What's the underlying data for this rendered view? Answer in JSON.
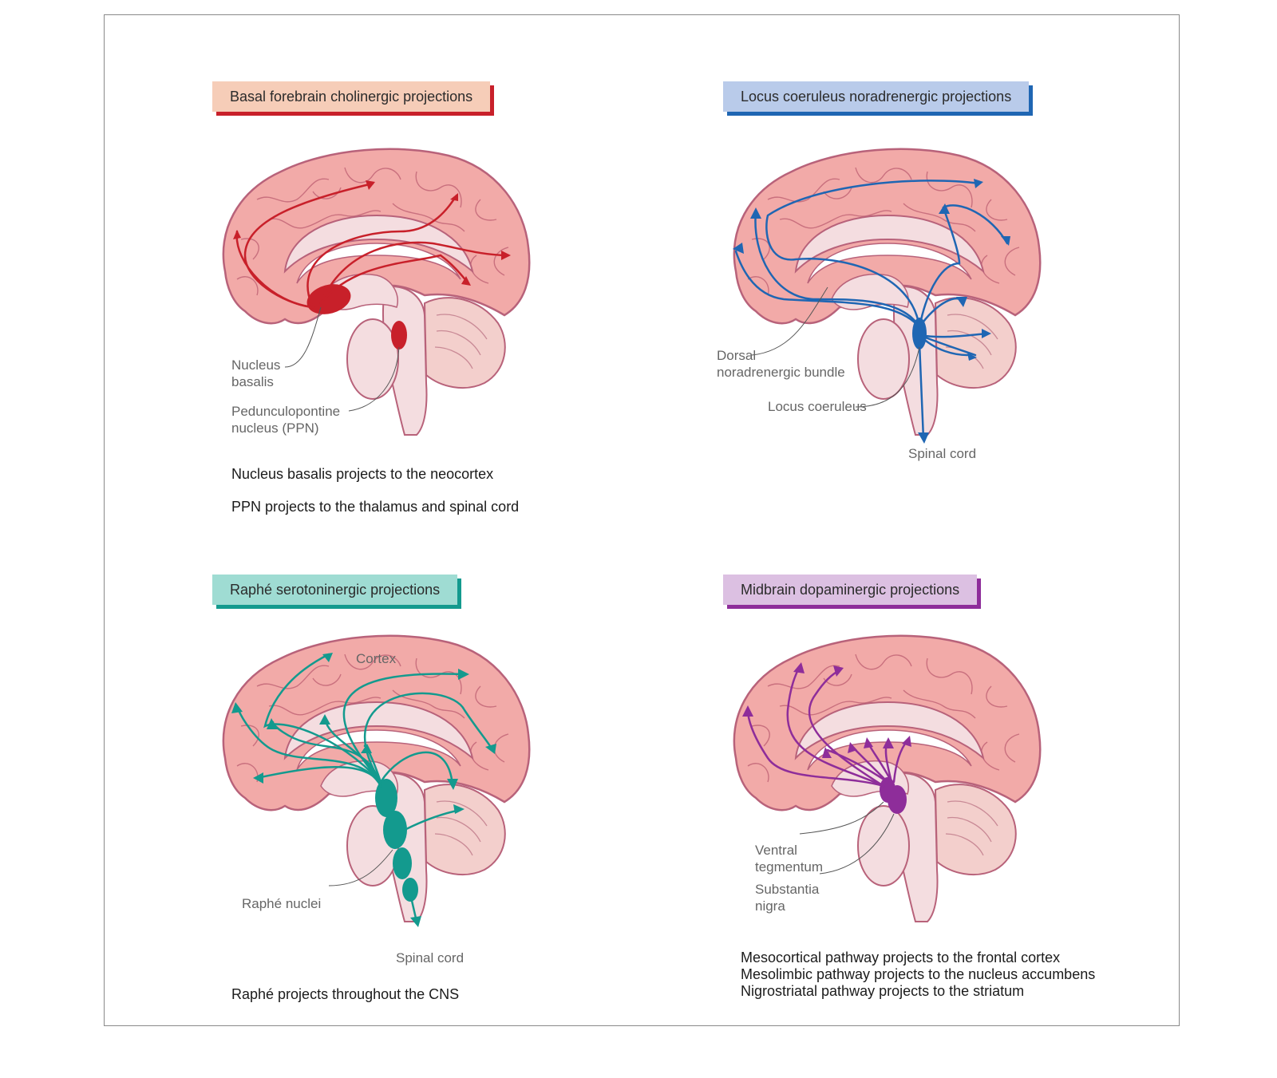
{
  "panels": {
    "cholinergic": {
      "title": "Basal forebrain cholinergic projections",
      "label_nucleus_basalis": "Nucleus\nbasalis",
      "label_ppn": "Pedunculopontine\nnucleus (PPN)",
      "caption_1": "Nucleus basalis projects to the neocortex",
      "caption_2": "PPN projects to the thalamus and spinal cord",
      "color": "#c8202a",
      "title_bg": "#f6cdb8"
    },
    "noradrenergic": {
      "title": "Locus coeruleus noradrenergic projections",
      "label_dorsal_bundle": "Dorsal\nnoradrenergic bundle",
      "label_locus_coeruleus": "Locus coeruleus",
      "label_spinal_cord": "Spinal cord",
      "color": "#1f66b3",
      "title_bg": "#b9cbea"
    },
    "serotoninergic": {
      "title": "Raphé serotoninergic projections",
      "label_cortex": "Cortex",
      "label_raphe_nuclei": "Raphé nuclei",
      "label_spinal_cord": "Spinal cord",
      "caption_1": "Raphé projects throughout the CNS",
      "color": "#139a8e",
      "title_bg": "#9fdcd3"
    },
    "dopaminergic": {
      "title": "Midbrain dopaminergic projections",
      "label_ventral_tegmentum": "Ventral\ntegmentum",
      "label_substantia_nigra": "Substantia\nnigra",
      "caption_1": "Mesocortical pathway projects to the frontal cortex",
      "caption_2": "Mesolimbic pathway projects to the nucleus accumbens",
      "caption_3": "Nigrostriatal pathway projects to the striatum",
      "color": "#8e2d9a",
      "title_bg": "#dcc0e2"
    }
  },
  "style": {
    "brain_fill": "#f2aaa8",
    "brain_outline": "#b8627a",
    "inner_fill": "#f4dde0",
    "cerebellum_fill": "#f3cfcc"
  }
}
